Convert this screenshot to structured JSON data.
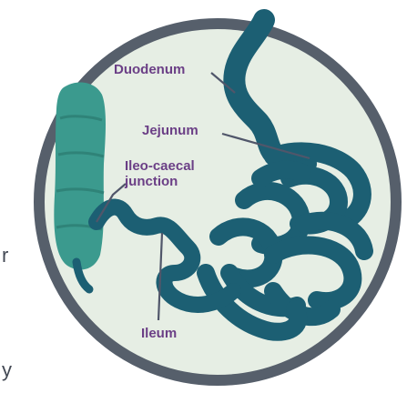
{
  "labels": {
    "duodenum": "Duodenum",
    "jejunum": "Jejunum",
    "ileocaecal_line1": "Ileo-caecal",
    "ileocaecal_line2": "junction",
    "ileum": "Ileum"
  },
  "edge_text": {
    "r": "r",
    "y": "y"
  },
  "colors": {
    "ring": "#565f6b",
    "disc": "#e6eee4",
    "small_intestine": "#1c5f73",
    "colon": "#3b9a8e",
    "label": "#6b3f86",
    "leader": "#50566a"
  }
}
